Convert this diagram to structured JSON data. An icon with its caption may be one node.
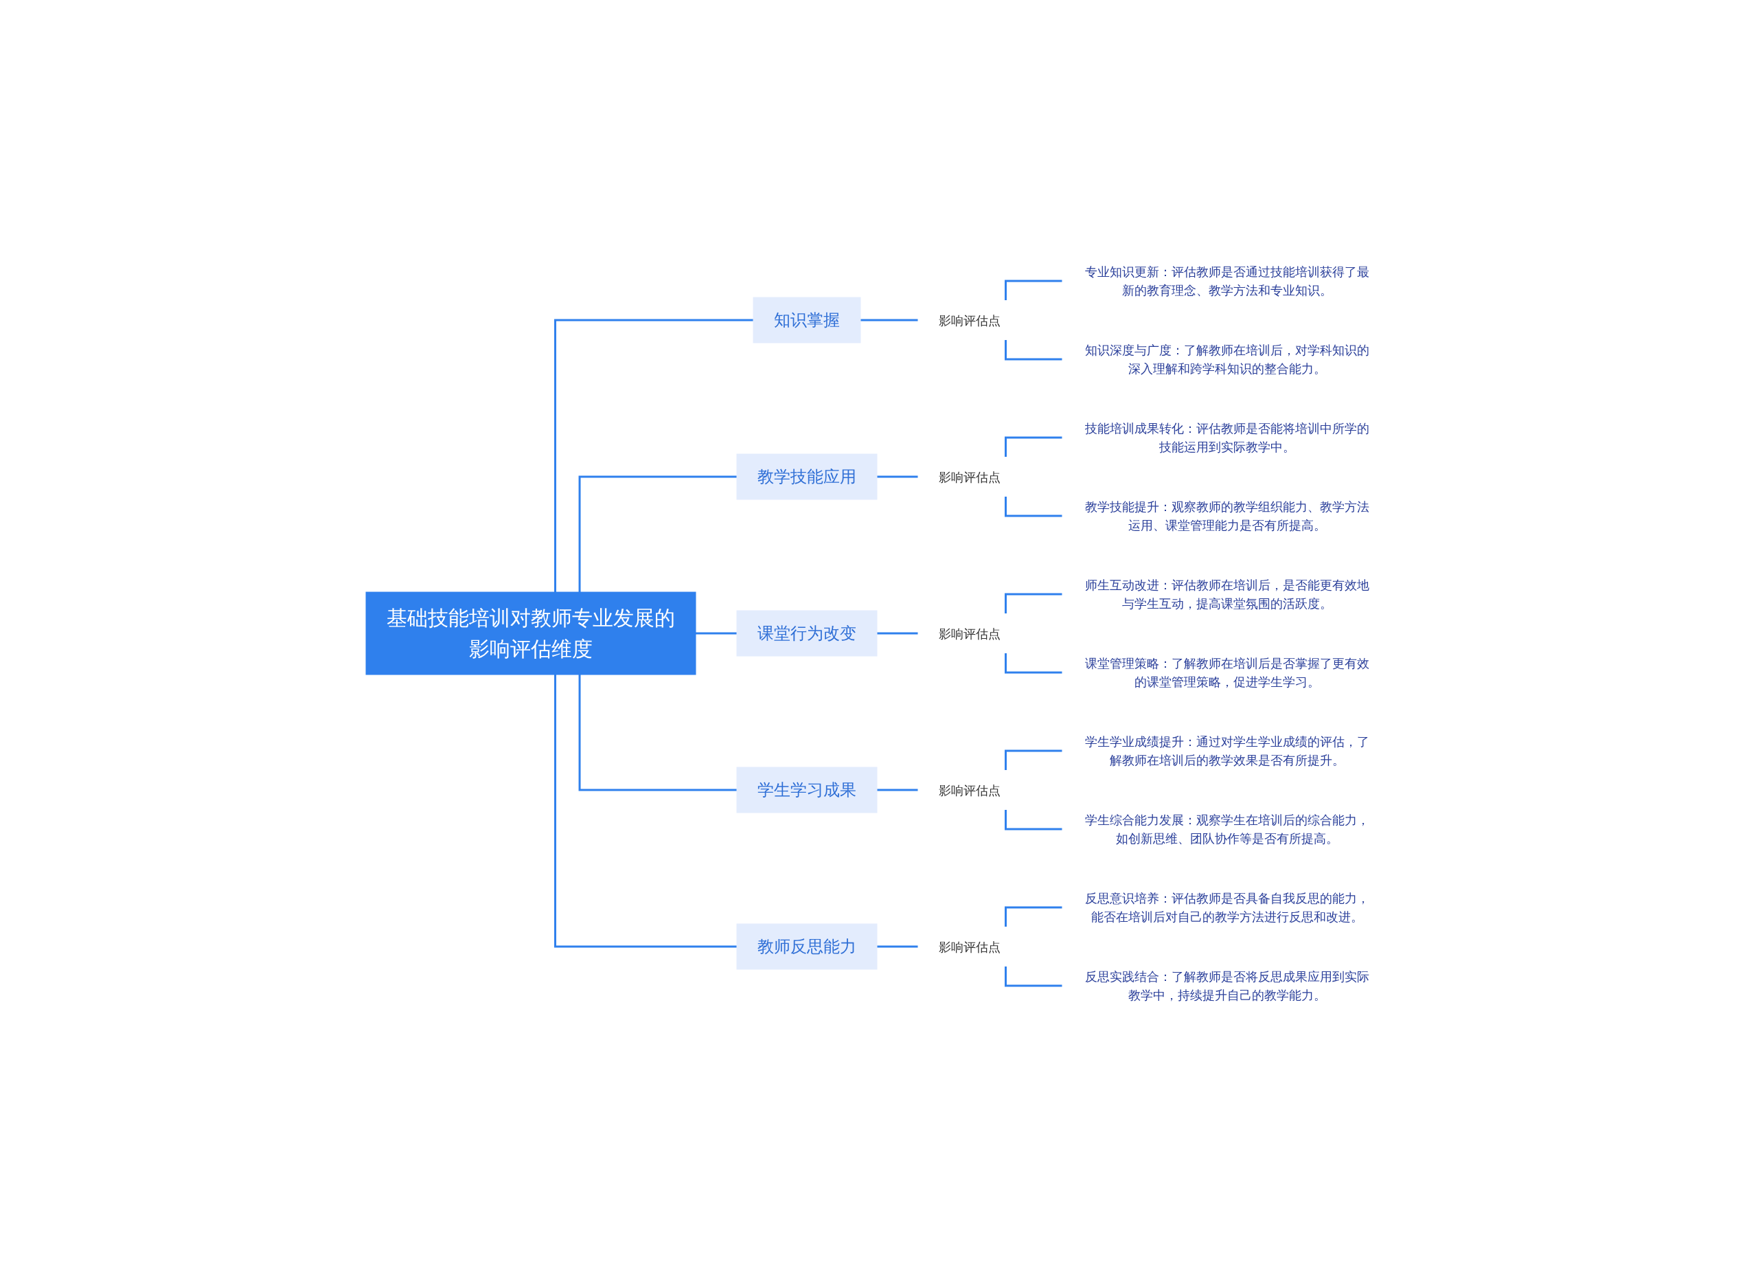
{
  "diagram": {
    "nodes": [
      {
        "text": [
          "基础技能培训对教师专业发展的影响评估维度"
        ]
      },
      {
        "text": [
          "知识掌握"
        ]
      },
      {
        "text": [
          "影响评估点"
        ]
      },
      {
        "text": [
          "专业知识更新：评估教师是否通过技能培训获得了最新的教育理念、教学方法和专业知识。"
        ]
      },
      {
        "text": [
          "知识深度与广度：了解教师在培训后，对学科知识的深入理解和跨学科知识的整合能力。"
        ]
      },
      {
        "text": [
          "教学技能应用"
        ]
      },
      {
        "text": [
          "影响评估点"
        ]
      },
      {
        "text": [
          "技能培训成果转化：评估教师是否能将培训中所学的技能运用到实际教学中。"
        ]
      },
      {
        "text": [
          "教学技能提升：观察教师的教学组织能力、教学方法运用、课堂管理能力是否有所提高。"
        ]
      },
      {
        "text": [
          "课堂行为改变"
        ]
      },
      {
        "text": [
          "影响评估点"
        ]
      },
      {
        "text": [
          "师生互动改进：评估教师在培训后，是否能更有效地与学生互动，提高课堂氛围的活跃度。"
        ]
      },
      {
        "text": [
          "课堂管理策略：了解教师在培训后是否掌握了更有效的课堂管理策略，促进学生学习。"
        ]
      },
      {
        "text": [
          "学生学习成果"
        ]
      },
      {
        "text": [
          "影响评估点"
        ]
      },
      {
        "text": [
          "学生学业成绩提升：通过对学生学业成绩的评估，了解教师在培训后的教学效果是否有所提升。"
        ]
      },
      {
        "text": [
          "学生综合能力发展：观察学生在培训后的综合能力，如创新思维、团队协作等是否有所提高。"
        ]
      },
      {
        "text": [
          "教师反思能力"
        ]
      },
      {
        "text": [
          "影响评估点"
        ]
      },
      {
        "text": [
          "反思意识培养：评估教师是否具备自我反思的能力，能否在培训后对自己的教学方法进行反思和改进。"
        ]
      },
      {
        "text": [
          "反思实践结合：了解教师是否将反思成果应用到实际教学中，持续提升自己的教学能力。"
        ]
      }
    ],
    "edges": [
      {
        "from": 0,
        "to": 1,
        "arrow": "none"
      },
      {
        "from": 1,
        "to": 2,
        "arrow": "none"
      },
      {
        "from": 2,
        "to": 3,
        "arrow": "none"
      },
      {
        "from": 2,
        "to": 4,
        "arrow": "none"
      },
      {
        "from": 0,
        "to": 5,
        "arrow": "none"
      },
      {
        "from": 5,
        "to": 6,
        "arrow": "none"
      },
      {
        "from": 6,
        "to": 7,
        "arrow": "none"
      },
      {
        "from": 6,
        "to": 8,
        "arrow": "none"
      },
      {
        "from": 0,
        "to": 9,
        "arrow": "none"
      },
      {
        "from": 9,
        "to": 10,
        "arrow": "none"
      },
      {
        "from": 10,
        "to": 11,
        "arrow": "none"
      },
      {
        "from": 10,
        "to": 12,
        "arrow": "none"
      },
      {
        "from": 0,
        "to": 13,
        "arrow": "none"
      },
      {
        "from": 13,
        "to": 14,
        "arrow": "none"
      },
      {
        "from": 14,
        "to": 15,
        "arrow": "none"
      },
      {
        "from": 14,
        "to": 16,
        "arrow": "none"
      },
      {
        "from": 0,
        "to": 17,
        "arrow": "none"
      },
      {
        "from": 17,
        "to": 18,
        "arrow": "none"
      },
      {
        "from": 18,
        "to": 19,
        "arrow": "none"
      },
      {
        "from": 18,
        "to": 20,
        "arrow": "none"
      }
    ]
  }
}
